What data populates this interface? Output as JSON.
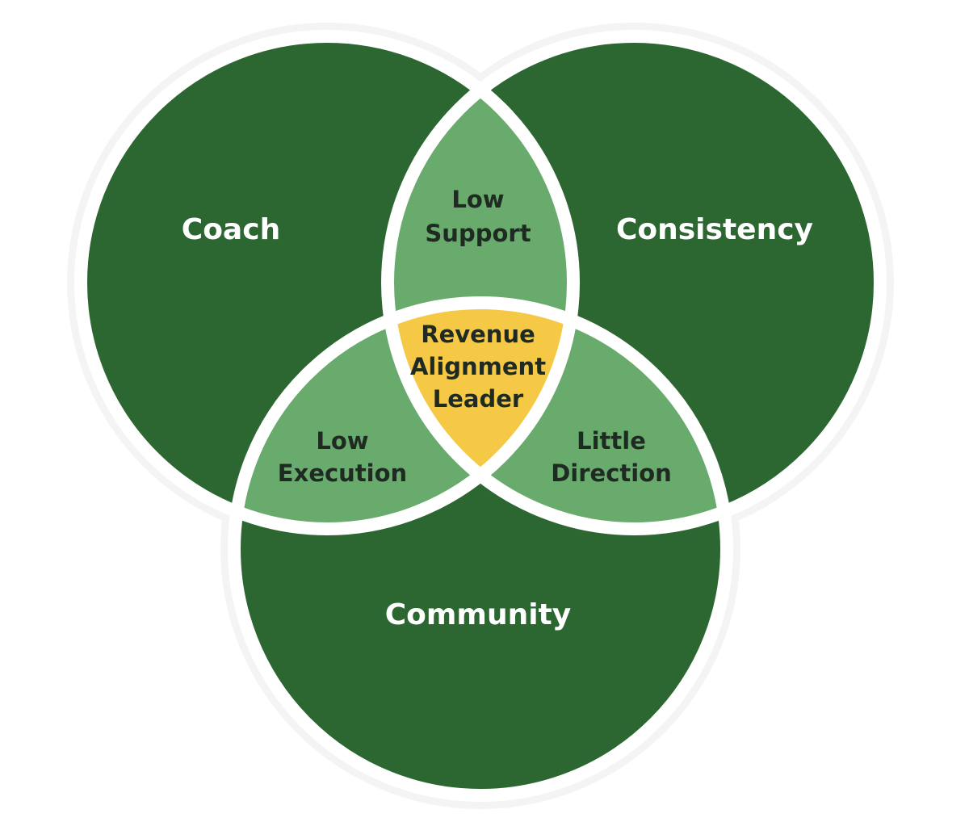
{
  "colors": {
    "circle": "#2c6631",
    "pair_overlap": "#69ab6d",
    "center": "#f5c945",
    "border": "#ffffff"
  },
  "circles": {
    "coach": "Coach",
    "consistency": "Consistency",
    "community": "Community"
  },
  "overlaps": {
    "coach_consistency": [
      "Low",
      "Support"
    ],
    "coach_community": [
      "Low",
      "Execution"
    ],
    "consistency_community": [
      "Little",
      "Direction"
    ],
    "center": [
      "Revenue",
      "Alignment",
      "Leader"
    ]
  }
}
